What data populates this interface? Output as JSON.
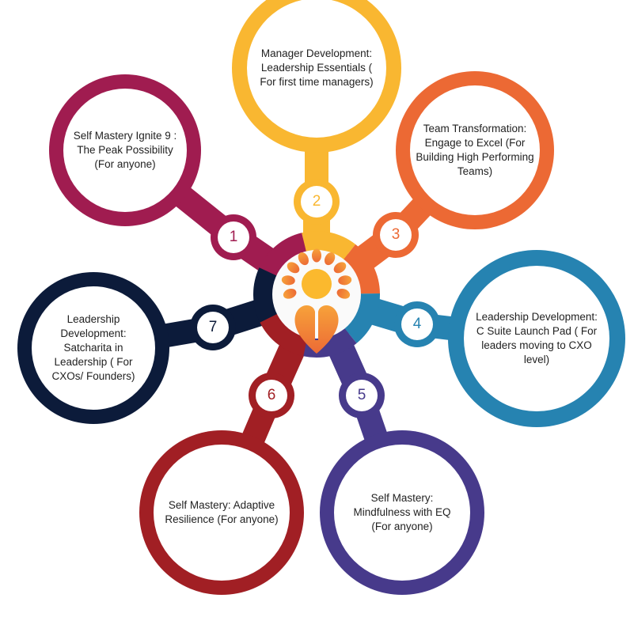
{
  "title": "Leadership and Self Mastery Programs",
  "center_icon": "lotus-sun-logo",
  "items": [
    {
      "number": "1",
      "text": "Self Mastery Ignite 9 : The Peak Possibility (For anyone)",
      "color": "#a01c50"
    },
    {
      "number": "2",
      "text": "Manager Development: Leadership Essentials ( For first time managers)",
      "color": "#f9b731"
    },
    {
      "number": "3",
      "text": "Team Transformation: Engage to Excel (For Building High Performing Teams)",
      "color": "#ec6934"
    },
    {
      "number": "4",
      "text": "Leadership Development: C Suite Launch Pad ( For leaders moving to CXO level)",
      "color": "#2683b1"
    },
    {
      "number": "5",
      "text": "Self Mastery: Mindfulness with EQ (For anyone)",
      "color": "#473a8b"
    },
    {
      "number": "6",
      "text": "Self Mastery: Adaptive Resilience (For anyone)",
      "color": "#a11f24"
    },
    {
      "number": "7",
      "text": "Leadership Development: Satcharita in Leadership ( For CXOs/ Founders)",
      "color": "#0c1b3a"
    }
  ]
}
